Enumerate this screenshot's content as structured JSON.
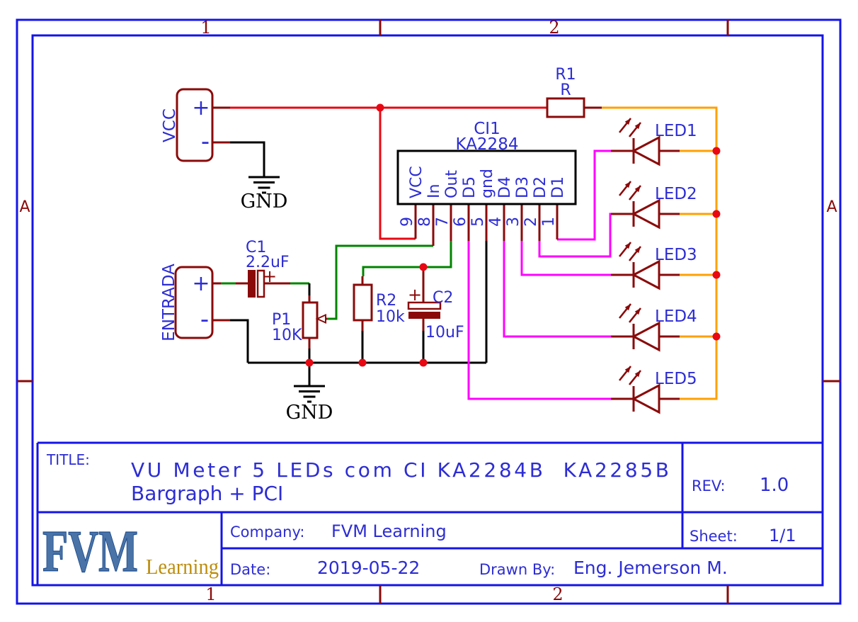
{
  "sheet": {
    "zones": {
      "col_1": "1",
      "col_2": "2",
      "row_a": "A"
    },
    "gnd_label": "GND"
  },
  "title_block": {
    "title_label": "TITLE:",
    "title_line_1": "VU Meter 5 LEDs com CI KA2284B  KA2285B",
    "title_line_2": "Bargraph + PCI",
    "rev_label": "REV:",
    "rev_value": "1.0",
    "company_label": "Company:",
    "company_value": "FVM Learning",
    "sheet_label": "Sheet:",
    "sheet_value": "1/1",
    "date_label": "Date:",
    "date_value": "2019-05-22",
    "drawn_by_label": "Drawn By:",
    "drawn_by_value": "Eng. Jemerson M.",
    "logo_main": "FVM",
    "logo_sub": "Learning"
  },
  "components": {
    "vcc_connector": {
      "ref": "VCC",
      "pin_plus": "+",
      "pin_minus": "-"
    },
    "entrada_connector": {
      "ref": "ENTRADA",
      "pin_plus": "+",
      "pin_minus": "-"
    },
    "c1": {
      "ref": "C1",
      "value": "2.2uF",
      "polarity": "+"
    },
    "c2": {
      "ref": "C2",
      "value": "10uF",
      "polarity": "+"
    },
    "p1": {
      "ref": "P1",
      "value": "10K"
    },
    "r1": {
      "ref": "R1",
      "value": "R"
    },
    "r2": {
      "ref": "R2",
      "value": "10k"
    },
    "ic": {
      "ref": "CI1",
      "value": "KA2284",
      "pins": [
        {
          "num": "9",
          "name": "VCC"
        },
        {
          "num": "8",
          "name": "In"
        },
        {
          "num": "7",
          "name": "Out"
        },
        {
          "num": "6",
          "name": "D5"
        },
        {
          "num": "5",
          "name": "gnd"
        },
        {
          "num": "4",
          "name": "D4"
        },
        {
          "num": "3",
          "name": "D3"
        },
        {
          "num": "2",
          "name": "D2"
        },
        {
          "num": "1",
          "name": "D1"
        }
      ]
    },
    "leds": [
      "LED1",
      "LED2",
      "LED3",
      "LED4",
      "LED5"
    ]
  },
  "colors": {
    "border_blue": "#1414e8",
    "label_blue": "#2d2dd4",
    "component_dark_red": "#8a0a0a",
    "wire_red": "#e80813",
    "wire_green": "#008400",
    "wire_magenta": "#ff00ff",
    "wire_orange": "#ffa000",
    "wire_black": "#000000",
    "junction_dot": "#e80813",
    "logo_blue": "#4a74a8",
    "logo_gold": "#bd8d0e"
  }
}
